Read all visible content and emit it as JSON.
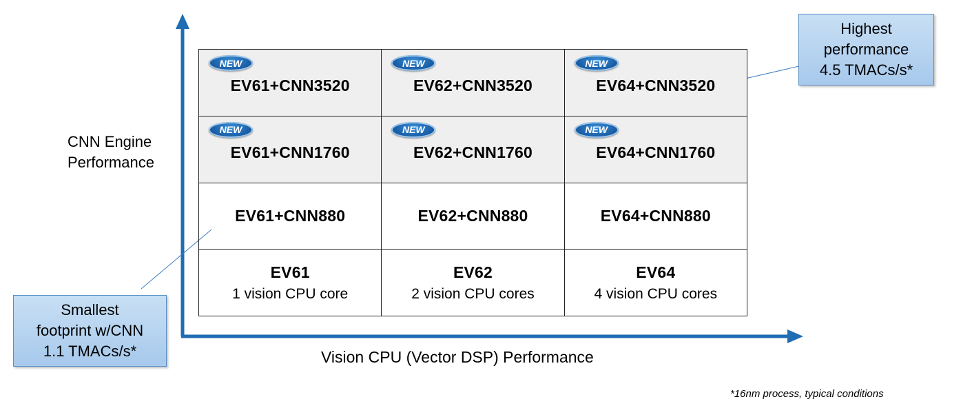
{
  "axes": {
    "y_label_line1": "CNN Engine",
    "y_label_line2": "Performance",
    "x_label": "Vision CPU (Vector DSP) Performance"
  },
  "badge_text": "NEW",
  "grid": {
    "rows": [
      {
        "cells": [
          {
            "title": "EV61+CNN3520",
            "new": true
          },
          {
            "title": "EV62+CNN3520",
            "new": true
          },
          {
            "title": "EV64+CNN3520",
            "new": true
          }
        ]
      },
      {
        "cells": [
          {
            "title": "EV61+CNN1760",
            "new": true
          },
          {
            "title": "EV62+CNN1760",
            "new": true
          },
          {
            "title": "EV64+CNN1760",
            "new": true
          }
        ]
      },
      {
        "cells": [
          {
            "title": "EV61+CNN880"
          },
          {
            "title": "EV62+CNN880"
          },
          {
            "title": "EV64+CNN880"
          }
        ]
      },
      {
        "cells": [
          {
            "title": "EV61",
            "sub": "1 vision CPU core"
          },
          {
            "title": "EV62",
            "sub": "2 vision CPU cores"
          },
          {
            "title": "EV64",
            "sub": "4 vision CPU cores"
          }
        ]
      }
    ]
  },
  "callouts": {
    "top": {
      "line1": "Highest",
      "line2": "performance",
      "line3": "4.5 TMACs/s*"
    },
    "bottom": {
      "line1": "Smallest",
      "line2": "footprint w/CNN",
      "line3": "1.1 TMACs/s*"
    }
  },
  "footnote": "*16nm process, typical conditions",
  "colors": {
    "axis": "#1f6db3",
    "callout_fill": "#b8d4f0",
    "badge": "#1a5fa8"
  }
}
